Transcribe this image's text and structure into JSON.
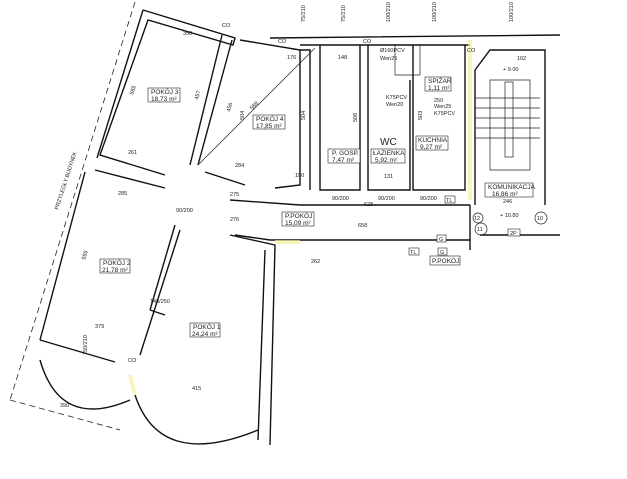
{
  "plan": {
    "adjacent_building": "PRZYLEGŁY BUDYNEK",
    "rooms": [
      {
        "name": "POKÓJ 3",
        "area": "18,73 m²"
      },
      {
        "name": "POKÓJ 4",
        "area": "17,85 m²"
      },
      {
        "name": "P. GOSP.",
        "area": "7,47 m²"
      },
      {
        "name": "ŁAZIENKA",
        "area": "5,92 m²"
      },
      {
        "name": "KUCHNIA",
        "area": "9,27 m²"
      },
      {
        "name": "SPIŻAR",
        "area": "1,11 m²"
      },
      {
        "name": "KOMUNIKACJA",
        "area": "16,86 m²"
      },
      {
        "name": "P.POKÓJ",
        "area": "15,09 m²"
      },
      {
        "name": "POKÓJ 2",
        "area": "21,78 m²"
      },
      {
        "name": "POKÓJ 1",
        "area": "24,24 m²"
      },
      {
        "name": "P.POKÓJ",
        "area": ""
      }
    ],
    "dims": [
      "350",
      "585",
      "457",
      "456",
      "588",
      "261",
      "284",
      "176",
      "150",
      "285",
      "275",
      "276",
      "658",
      "148",
      "504",
      "506",
      "131",
      "628",
      "503",
      "250",
      "246",
      "102",
      "595",
      "379",
      "415",
      "390",
      "262",
      "504",
      "140/250",
      "90/200",
      "90/200",
      "90/200",
      "90/200",
      "75/210",
      "75/210",
      "100/210",
      "100/210",
      "100/210",
      "150/210"
    ],
    "levels": [
      "+ 9.00",
      "+ 10.80"
    ],
    "markers": [
      "CO",
      "CO",
      "CO",
      "CO",
      "CO",
      "WC",
      "11",
      "12",
      "10",
      "2P",
      "G",
      "G",
      "TL",
      "TL"
    ],
    "fixtures": [
      "Ø160PCV",
      "Wen25",
      "K75PCV",
      "Wen20",
      "Wen25",
      "K75PCV"
    ]
  }
}
